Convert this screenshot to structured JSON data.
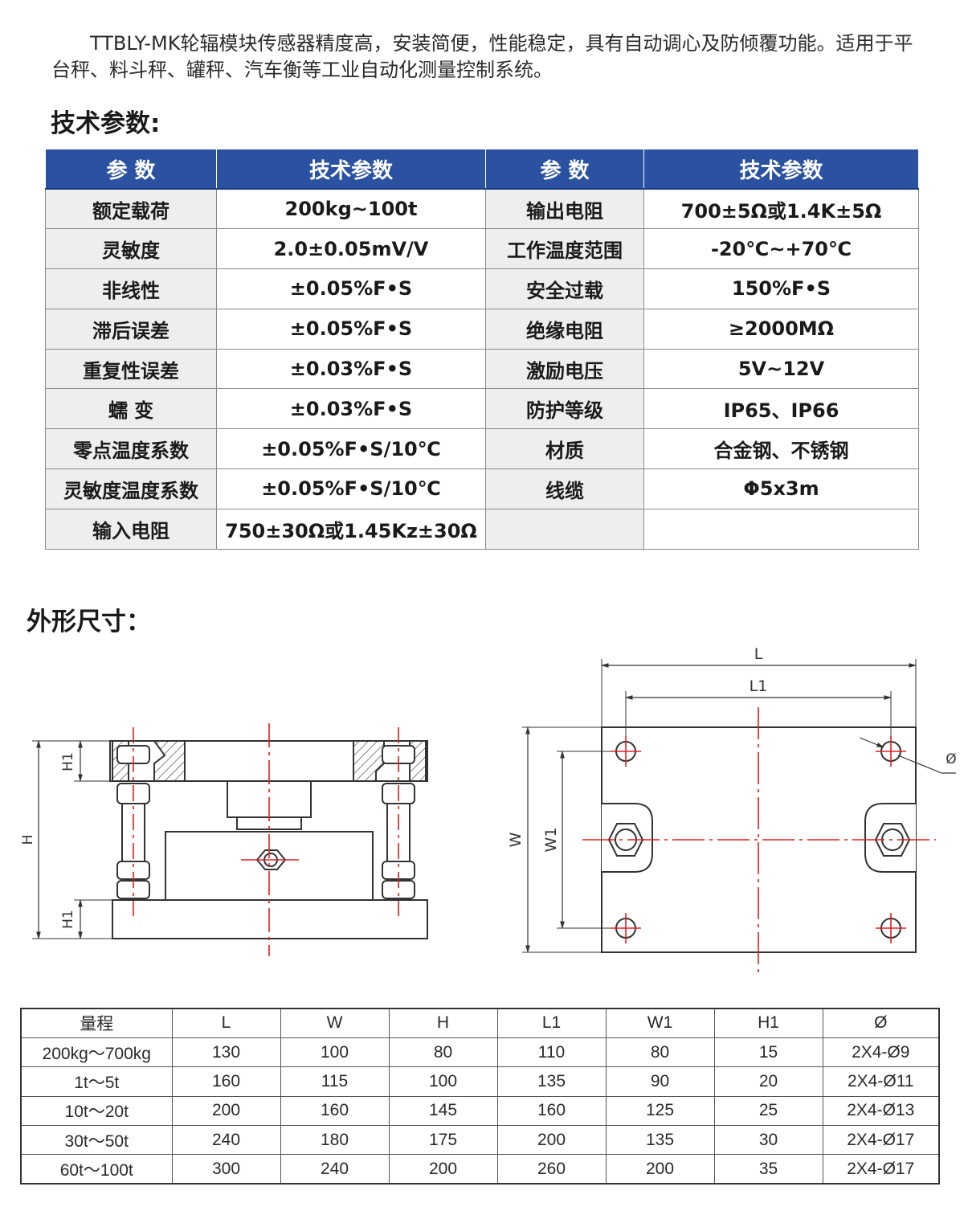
{
  "intro": {
    "text": "TTBLY-MK轮辐模块传感器精度高，安装简便，性能稳定，具有自动调心及防倾覆功能。适用于平台秤、料斗秤、罐秤、汽车衡等工业自动化测量控制系统。"
  },
  "specs_section": {
    "title": "技术参数:",
    "headers": [
      "参 数",
      "技术参数",
      "参 数",
      "技术参数"
    ],
    "rows": [
      {
        "p1": "额定载荷",
        "v1": "200kg~100t",
        "p2": "输出电阻",
        "v2": "700±5Ω或1.4K±5Ω"
      },
      {
        "p1": "灵敏度",
        "v1": "2.0±0.05mV/V",
        "p2": "工作温度范围",
        "v2": "-20℃~+70℃"
      },
      {
        "p1": "非线性",
        "v1": "±0.05%F•S",
        "p2": "安全过载",
        "v2": "150%F•S"
      },
      {
        "p1": "滞后误差",
        "v1": "±0.05%F•S",
        "p2": "绝缘电阻",
        "v2": "≥2000MΩ"
      },
      {
        "p1": "重复性误差",
        "v1": "±0.03%F•S",
        "p2": "激励电压",
        "v2": "5V~12V"
      },
      {
        "p1": "蠕 变",
        "v1": "±0.03%F•S",
        "p2": "防护等级",
        "v2": "IP65、IP66"
      },
      {
        "p1": "零点温度系数",
        "v1": "±0.05%F•S/10℃",
        "p2": "材质",
        "v2": "合金钢、不锈钢"
      },
      {
        "p1": "灵敏度温度系数",
        "v1": "±0.05%F•S/10℃",
        "p2": "线缆",
        "v2": "Φ5x3m"
      },
      {
        "p1": "输入电阻",
        "v1": "750±30Ω或1.45Kz±30Ω",
        "p2": "",
        "v2": ""
      }
    ]
  },
  "dims_section": {
    "title": "外形尺寸：",
    "drawing_labels": {
      "h1_top": "H1",
      "h": "H",
      "h1_bottom": "H1",
      "l": "L",
      "l1": "L1",
      "w": "W",
      "w1": "W1",
      "dia": "Ø"
    },
    "colors": {
      "center_line": "#e02020",
      "header_blue": "#2a52a0"
    },
    "table": {
      "headers": [
        "量程",
        "L",
        "W",
        "H",
        "L1",
        "W1",
        "H1",
        "Ø"
      ],
      "rows": [
        [
          "200kg～700kg",
          "130",
          "100",
          "80",
          "110",
          "80",
          "15",
          "2X4-Ø9"
        ],
        [
          "1t～5t",
          "160",
          "115",
          "100",
          "135",
          "90",
          "20",
          "2X4-Ø11"
        ],
        [
          "10t～20t",
          "200",
          "160",
          "145",
          "160",
          "125",
          "25",
          "2X4-Ø13"
        ],
        [
          "30t～50t",
          "240",
          "180",
          "175",
          "200",
          "135",
          "30",
          "2X4-Ø17"
        ],
        [
          "60t～100t",
          "300",
          "240",
          "200",
          "260",
          "200",
          "35",
          "2X4-Ø17"
        ]
      ]
    }
  }
}
